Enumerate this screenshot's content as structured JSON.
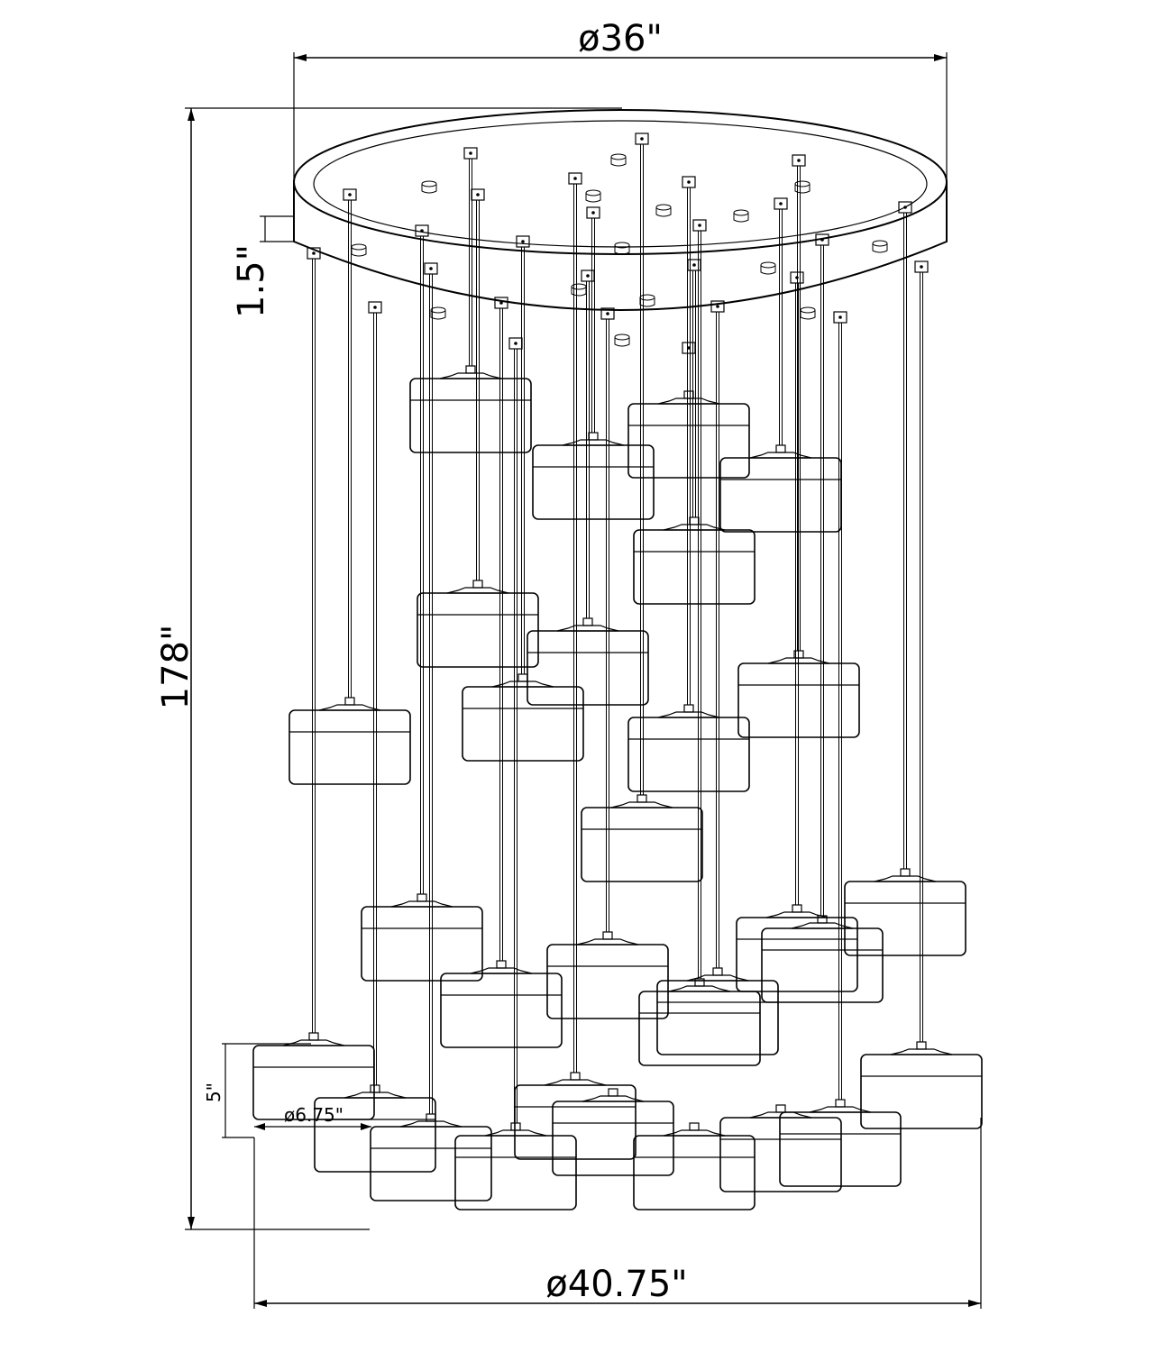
{
  "drawing": {
    "title": "Multi-pendant chandelier dimension drawing",
    "colors": {
      "ink": "#000000",
      "paper": "#ffffff"
    }
  },
  "dimensions": {
    "canopy_diameter": "ø36\"",
    "canopy_height": "1.5\"",
    "overall_height": "178\"",
    "shade_height": "5\"",
    "shade_diameter": "ø6.75\"",
    "overall_diameter": "ø40.75\""
  },
  "fixture": {
    "pendant_count": 30
  }
}
